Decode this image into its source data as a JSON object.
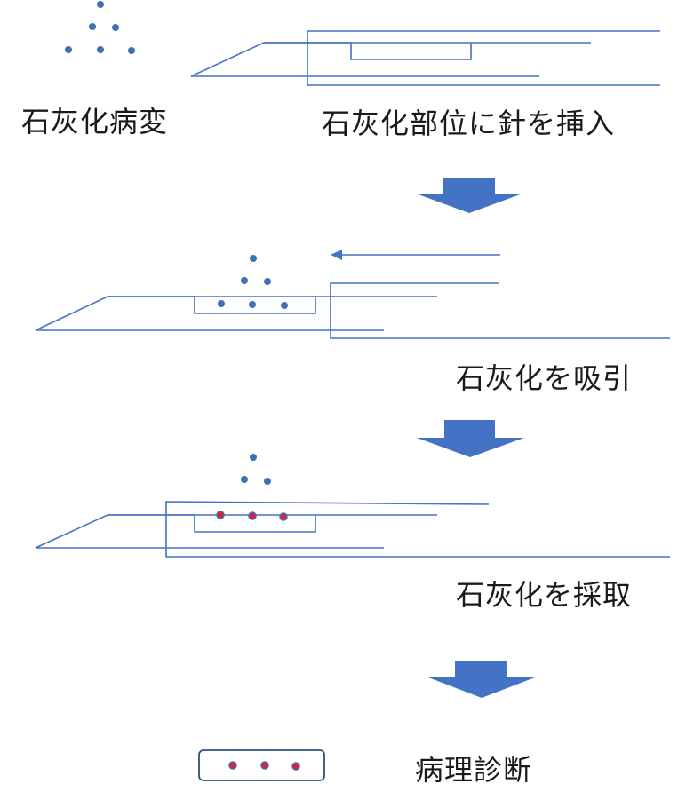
{
  "labels": {
    "lesion": "石灰化病変",
    "insert": "石灰化部位に針を挿入",
    "aspirate": "石灰化を吸引",
    "collect": "石灰化を採取",
    "pathology": "病理診断"
  },
  "colors": {
    "line": "#4472c4",
    "dot": "#3f6fb6",
    "sample_dot": "#e0202a",
    "arrow": "#4472c4"
  }
}
